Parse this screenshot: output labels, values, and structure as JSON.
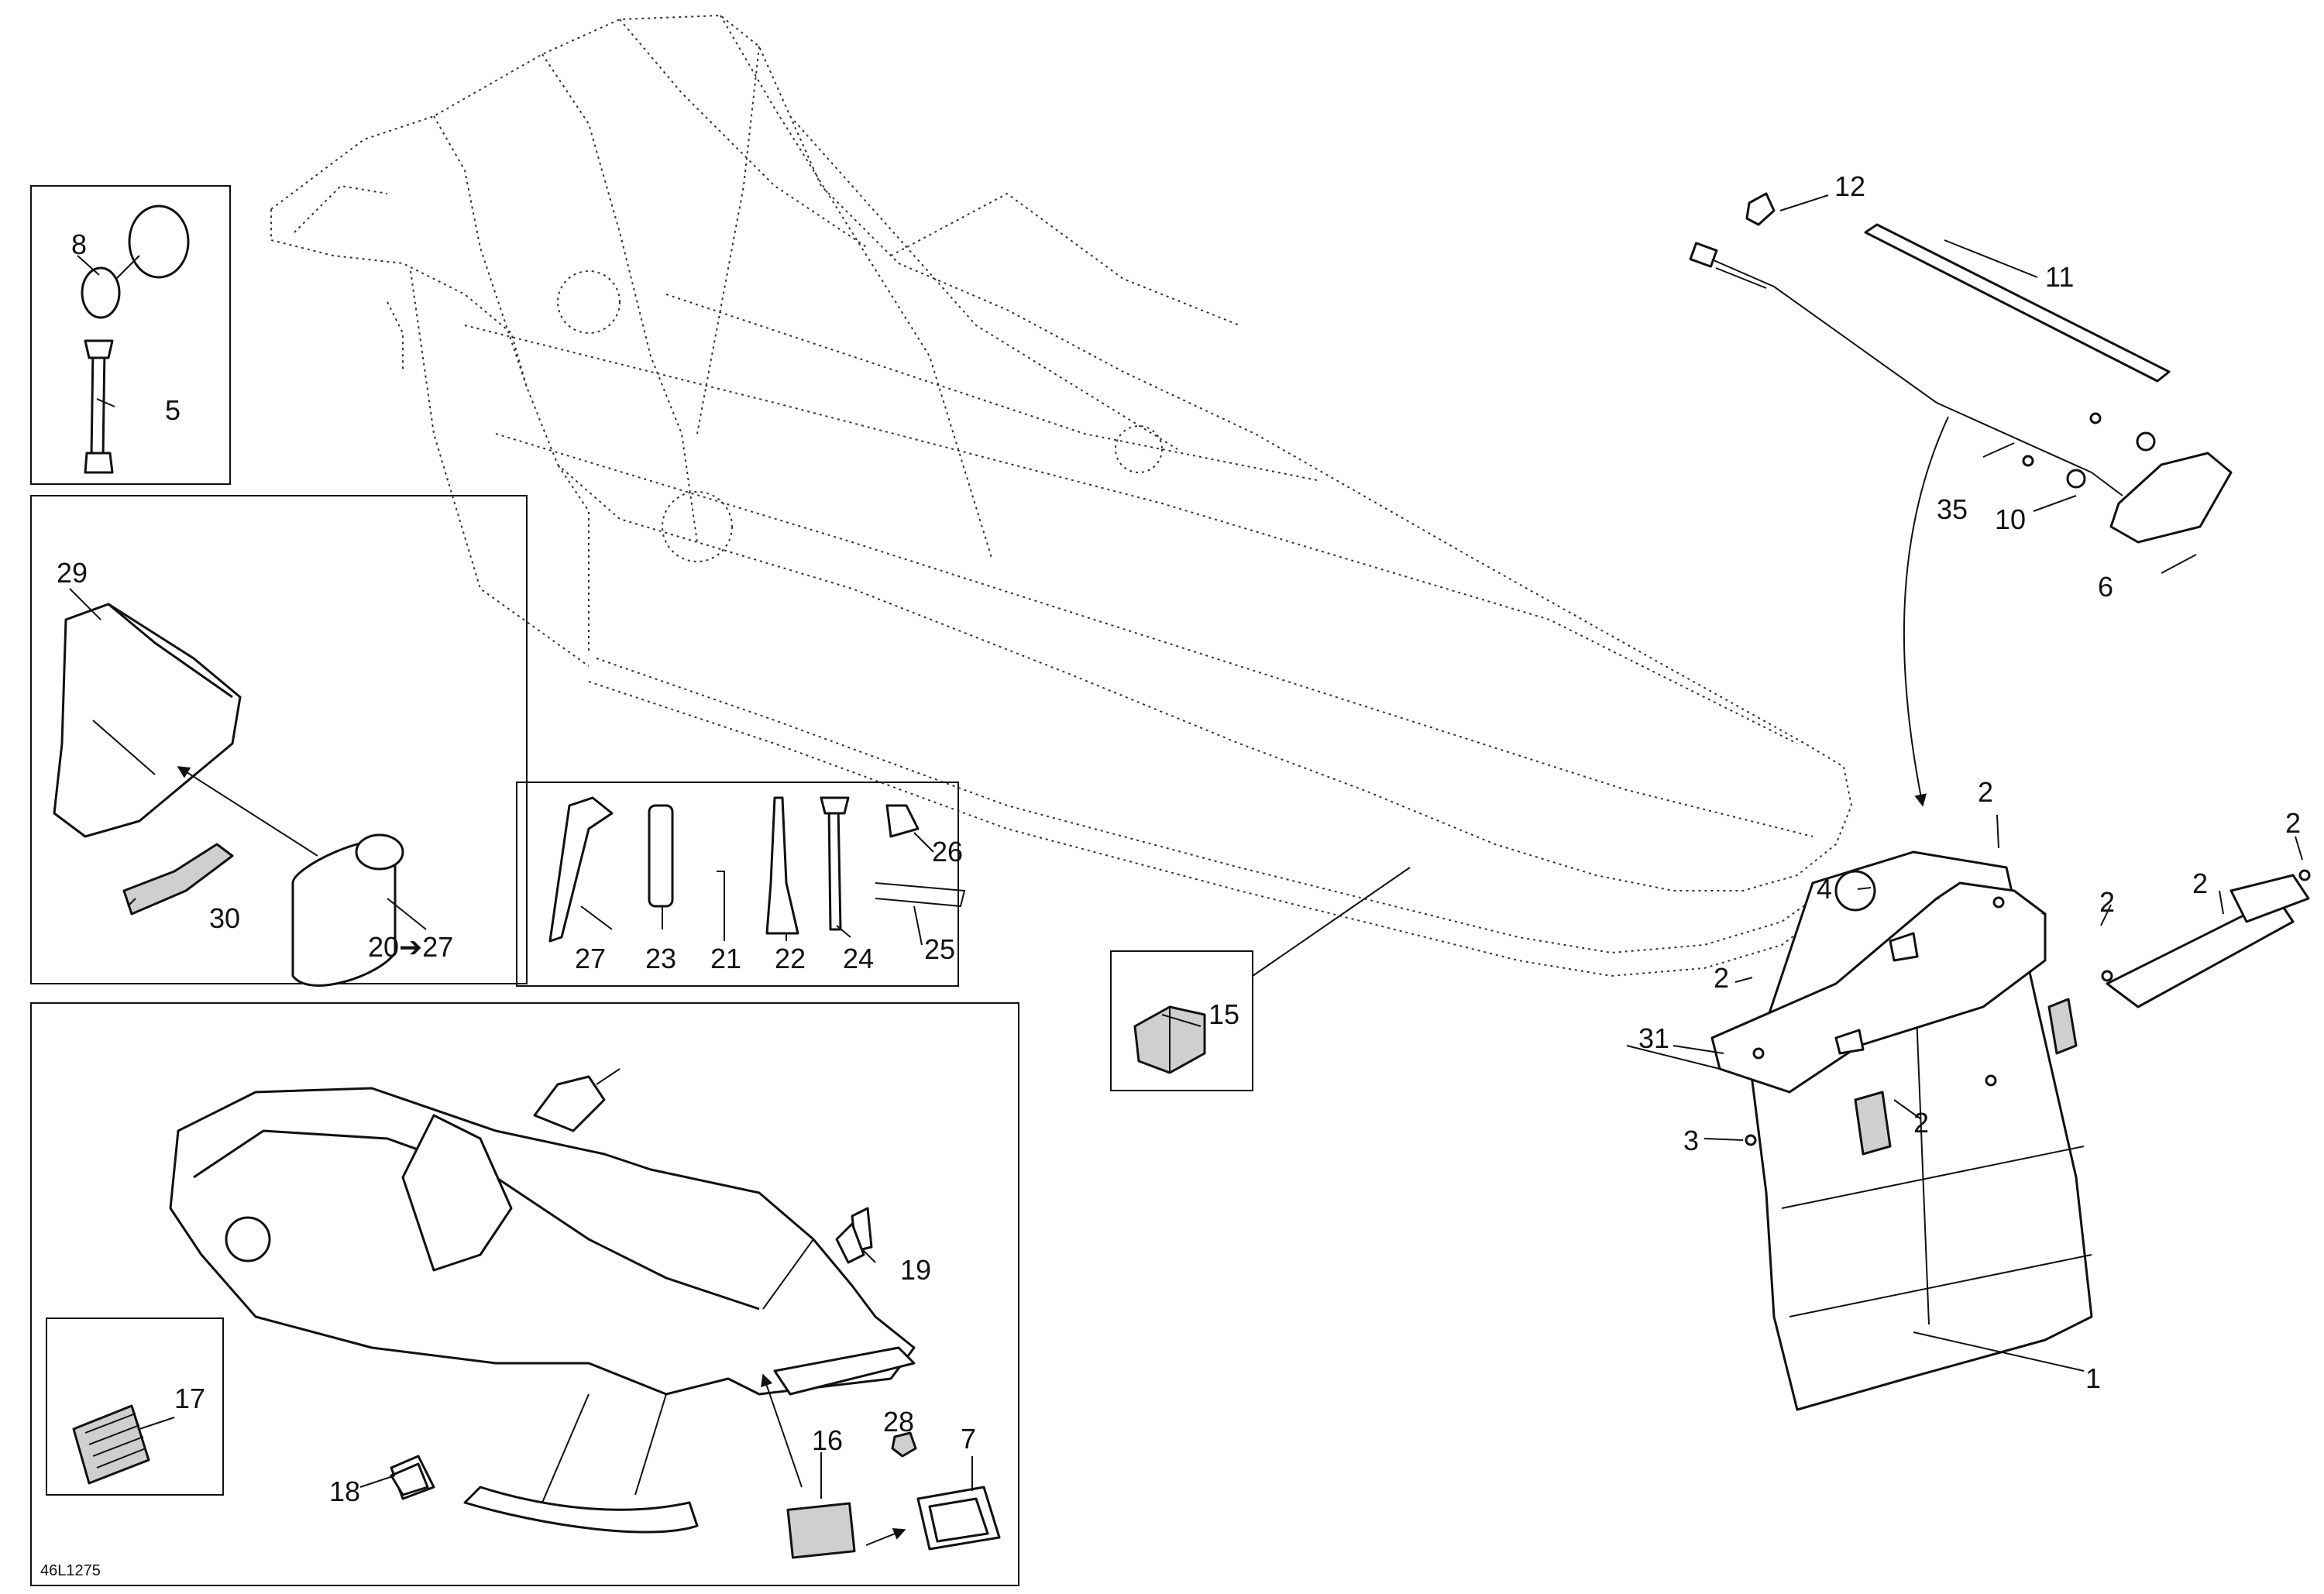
{
  "diagram": {
    "code": "46L1275",
    "callouts": {
      "c1": "1",
      "c2a": "2",
      "c2b": "2",
      "c2c": "2",
      "c2d": "2",
      "c2e": "2",
      "c2f": "2",
      "c3": "3",
      "c4": "4",
      "c5": "5",
      "c6": "6",
      "c7": "7",
      "c8": "8",
      "c10": "10",
      "c11": "11",
      "c12": "12",
      "c15": "15",
      "c16": "16",
      "c17": "17",
      "c18": "18",
      "c19": "19",
      "c20": "20➔27",
      "c21": "21",
      "c22": "22",
      "c23": "23",
      "c24": "24",
      "c25": "25",
      "c26": "26",
      "c27": "27",
      "c28": "28",
      "c29": "29",
      "c30": "30",
      "c31": "31",
      "c35": "35"
    }
  }
}
